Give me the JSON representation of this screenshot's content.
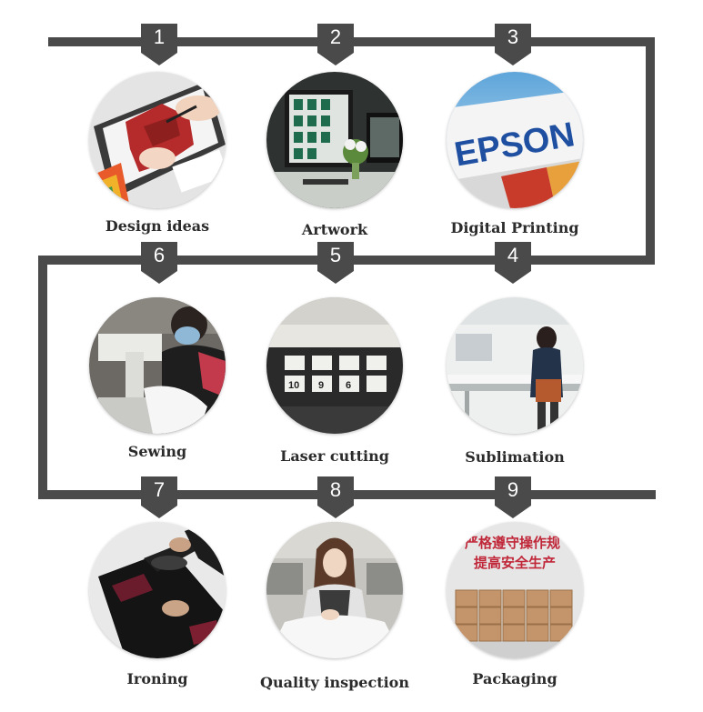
{
  "colors": {
    "path": "#4a4a4a",
    "badge": "#4a4a4a",
    "badge_text": "#ffffff",
    "label_text": "#2b2b2b"
  },
  "steps": [
    {
      "number": "1",
      "label": "Design ideas"
    },
    {
      "number": "2",
      "label": "Artwork"
    },
    {
      "number": "3",
      "label": "Digital Printing"
    },
    {
      "number": "4",
      "label": "Sublimation"
    },
    {
      "number": "5",
      "label": "Laser cutting"
    },
    {
      "number": "6",
      "label": "Sewing"
    },
    {
      "number": "7",
      "label": "Ironing"
    },
    {
      "number": "8",
      "label": "Quality inspection"
    },
    {
      "number": "9",
      "label": "Packaging"
    }
  ],
  "photo_text": {
    "epson": "EPSON",
    "signage_line1": "严格遵守操作规",
    "signage_line2": "提高安全生产",
    "laser_tiles": [
      "10",
      "9",
      "6"
    ]
  }
}
